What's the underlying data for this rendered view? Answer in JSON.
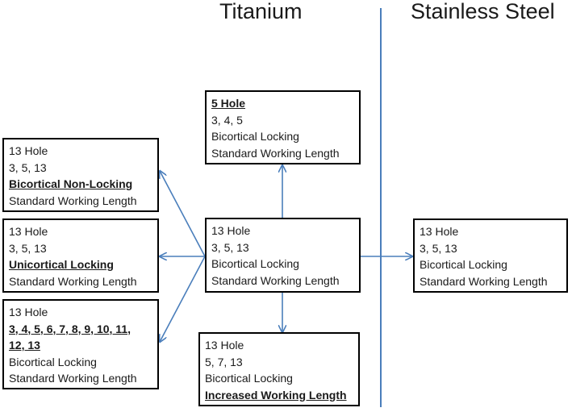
{
  "headings": {
    "titanium": "Titanium",
    "stainless_steel": "Stainless Steel"
  },
  "colors": {
    "connector": "#4a7ebb",
    "box_border": "#000000",
    "text": "#1a1a1a"
  },
  "boxes": {
    "top": {
      "lines": [
        {
          "text": "5 Hole",
          "emphasis": true
        },
        {
          "text": "3, 4, 5",
          "emphasis": false
        },
        {
          "text": "Bicortical Locking",
          "emphasis": false
        },
        {
          "text": "Standard Working Length",
          "emphasis": false
        }
      ]
    },
    "center": {
      "lines": [
        {
          "text": "13 Hole",
          "emphasis": false
        },
        {
          "text": "3, 5, 13",
          "emphasis": false
        },
        {
          "text": "Bicortical Locking",
          "emphasis": false
        },
        {
          "text": "Standard Working Length",
          "emphasis": false
        }
      ]
    },
    "bottom": {
      "lines": [
        {
          "text": "13 Hole",
          "emphasis": false
        },
        {
          "text": "5, 7, 13",
          "emphasis": false
        },
        {
          "text": "Bicortical Locking",
          "emphasis": false
        },
        {
          "text": "Increased Working Length",
          "emphasis": true
        }
      ]
    },
    "left_top": {
      "lines": [
        {
          "text": "13 Hole",
          "emphasis": false
        },
        {
          "text": "3, 5, 13",
          "emphasis": false
        },
        {
          "text": "Bicortical Non-Locking",
          "emphasis": true
        },
        {
          "text": "Standard Working Length",
          "emphasis": false
        }
      ]
    },
    "left_middle": {
      "lines": [
        {
          "text": "13 Hole",
          "emphasis": false
        },
        {
          "text": "3, 5, 13",
          "emphasis": false
        },
        {
          "text": "Unicortical Locking",
          "emphasis": true
        },
        {
          "text": "Standard Working Length",
          "emphasis": false
        }
      ]
    },
    "left_bottom": {
      "lines": [
        {
          "text": "13 Hole",
          "emphasis": false
        },
        {
          "text": "3, 4, 5, 6, 7, 8, 9, 10, 11,",
          "emphasis": true
        },
        {
          "text": "12, 13",
          "emphasis": true
        },
        {
          "text": "Bicortical Locking",
          "emphasis": false
        },
        {
          "text": "Standard Working Length",
          "emphasis": false
        }
      ]
    },
    "right": {
      "lines": [
        {
          "text": "13 Hole",
          "emphasis": false
        },
        {
          "text": "3, 5, 13",
          "emphasis": false
        },
        {
          "text": "Bicortical Locking",
          "emphasis": false
        },
        {
          "text": "Standard Working Length",
          "emphasis": false
        }
      ]
    }
  }
}
